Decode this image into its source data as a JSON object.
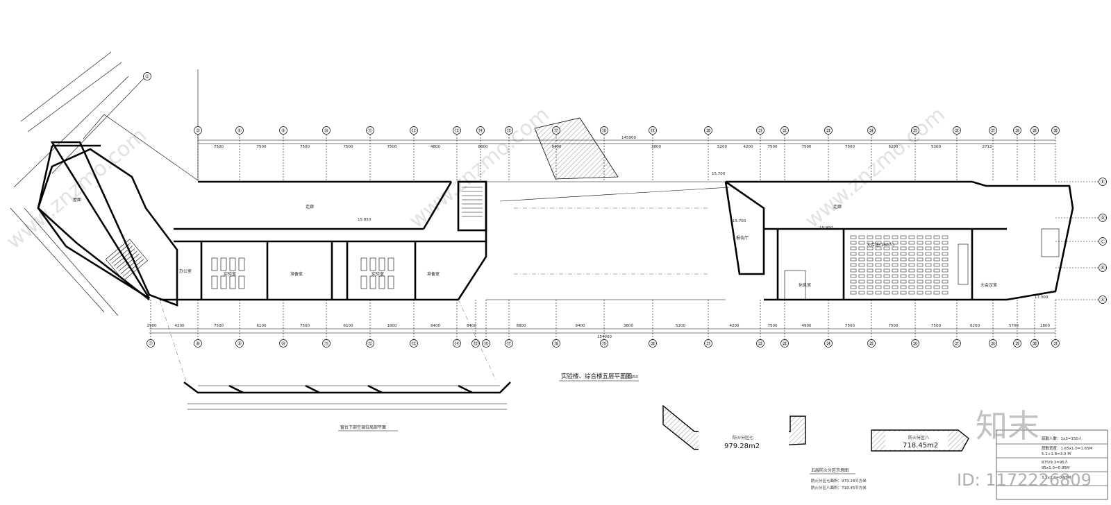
{
  "drawing": {
    "main_title": "实验楼、综合楼五层平面图",
    "main_scale": "1:150",
    "sub_title": "窗台下部空调位局部平面",
    "diagram_title": "五层防火分区示意图"
  },
  "watermark": {
    "site": "www.znzmo.com",
    "logo": "知末",
    "id": "ID: 1172226809"
  },
  "dimensions": {
    "overall_top": "145900",
    "overall_bottom": "154000",
    "top_bays": [
      "7500",
      "7500",
      "7500",
      "7500",
      "7500",
      "4800",
      "8800",
      "9400",
      "3800",
      "5200",
      "4200",
      "7500",
      "7500",
      "7500",
      "6200",
      "5300",
      "2712"
    ],
    "bottom_bays": [
      "2900",
      "4200",
      "7500",
      "6100",
      "7500",
      "6100",
      "1800",
      "8400",
      "8400",
      "8800",
      "9400",
      "3800",
      "5200",
      "4200",
      "7500",
      "4900",
      "7500",
      "7500",
      "7500",
      "6200",
      "5700",
      "1800"
    ]
  },
  "axes": {
    "top": [
      "①",
      "②",
      "⑥",
      "⑨",
      "⑩",
      "⑪",
      "⑫",
      "⑬",
      "⑭",
      "⑮",
      "⑰",
      "⑱",
      "⑲",
      "⑳",
      "㉑",
      "㉒",
      "㉓",
      "㉔",
      "㉕",
      "㉖",
      "㉗",
      "㉘",
      "㉙",
      "㉚"
    ],
    "bottom": [
      "⑦",
      "⑧",
      "⑨",
      "⑩",
      "⑪",
      "⑫",
      "⑬",
      "⑭",
      "⑮",
      "⑯",
      "⑰",
      "⑱",
      "⑲",
      "⑳",
      "㉑",
      "㉒",
      "㉓",
      "㉔",
      "㉕",
      "㉖",
      "㉗",
      "㉘",
      "㉙",
      "㉚",
      "㉛"
    ],
    "right": [
      "Ⓔ",
      "Ⓓ",
      "Ⓒ",
      "Ⓑ",
      "Ⓐ"
    ]
  },
  "rooms": {
    "r1": "办公室",
    "r2": "实验室",
    "r3": "准备室",
    "r4": "实验室",
    "r5": "准备室",
    "r6": "报告厅",
    "r7": "大合班(160人)",
    "r8": "休息室",
    "r9": "走廊",
    "r10": "走廊",
    "r11": "大会议室",
    "r12": "屋面"
  },
  "elevations": {
    "e1": "15.850",
    "e2": "15.700",
    "e3": "15.700",
    "e4": "17.300",
    "e5": "15.900"
  },
  "fire_zones": {
    "zone7_label": "防火分区七",
    "zone7_area": "979.28m2",
    "zone8_label": "防火分区八",
    "zone8_area": "718.45m2",
    "note7": "防火分区七面积：979.28平方米",
    "note8": "防火分区八面积：718.45平方米"
  },
  "notes": {
    "n1": "疏散人数：1x3=150人",
    "n2": "疏散宽度：1.65x1.0=1.65M",
    "n3": "5.1+1.8=3.0 M",
    "n4": "875/9.3=95人",
    "n5": "95x1.0=0.95M",
    "n6": "3.5x1.0=0.95M"
  }
}
